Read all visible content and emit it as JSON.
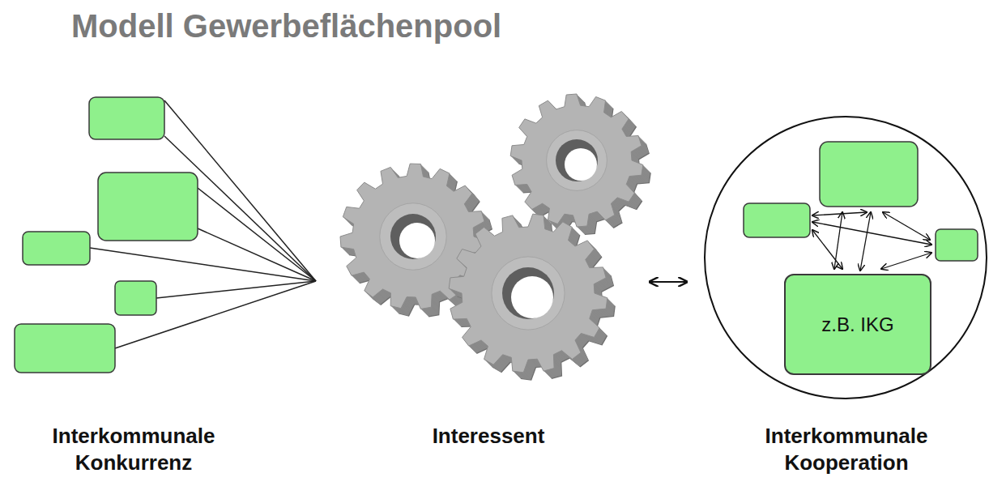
{
  "diagram": {
    "title": "Modell Gewerbeflächenpool",
    "nodes": [
      {
        "text": [
          "z.B. IKG"
        ]
      }
    ],
    "labels": [
      "Interkommunale Konkurrenz",
      "Interessent",
      "Interkommunale Kooperation"
    ]
  }
}
